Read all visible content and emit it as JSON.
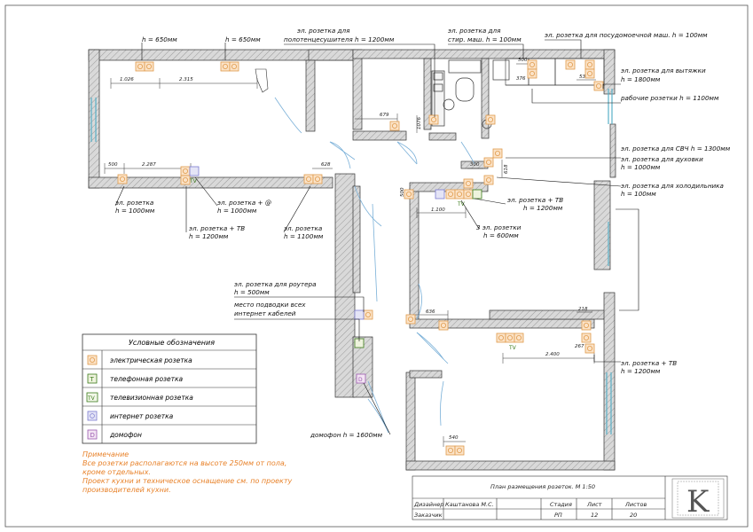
{
  "top_labels": {
    "h650_left": "h = 650мм",
    "h650_right": "h = 650мм",
    "towel_1": "эл. розетка для",
    "towel_2": "полотенцесушителя h = 1200мм",
    "washer_1": "эл. розетка для",
    "washer_2": "стир. маш. h = 100мм",
    "dishwasher": "эл. розетка для посудомоечной маш.  h = 100мм",
    "hood_1": "эл. розетка для вытяжки",
    "hood_2": "h = 1800мм",
    "work": "рабочие розетки h = 1100мм",
    "microwave": "эл. розетка для СВЧ  h = 1300мм",
    "oven_1": "эл. розетка для духовки",
    "oven_2": "h = 1000мм",
    "fridge_1": "эл. розетка для холодильника",
    "fridge_2": "h = 100мм"
  },
  "mid_labels": {
    "sock1000_1": "эл. розетка",
    "sock1000_2": "h = 1000мм",
    "net_1": "эл. розетка + @",
    "net_2": "h = 1000мм",
    "tv_left_1": "эл. розетка + ТВ",
    "tv_left_2": "h = 1200мм",
    "sock1100_1": "эл. розетка",
    "sock1100_2": "h = 1100мм",
    "tv_mid_1": "эл. розетка + ТВ",
    "tv_mid_2": "h = 1200мм",
    "three_1": "3 эл. розетки",
    "three_2": "h = 600мм",
    "router_1": "эл. розетка для роутера",
    "router_2": "h = 500мм",
    "cable_1": "место подводки всех",
    "cable_2": "интернет кабелей",
    "tv_right_1": "эл. розетка + ТВ",
    "tv_right_2": "h = 1200мм",
    "intercom": "домофон  h = 1600мм"
  },
  "dims": [
    "1.026",
    "2.315",
    "500",
    "2.287",
    "679",
    "1076",
    "628",
    "500",
    "300",
    "618",
    "1.100",
    "636",
    "218",
    "2.400",
    "267",
    "540",
    "500",
    "376",
    "536"
  ],
  "legend": {
    "title": "Условные обозначения",
    "items": [
      {
        "code": "",
        "label": "электрическая розетка"
      },
      {
        "code": "T",
        "label": "телефонная розетка"
      },
      {
        "code": "TV",
        "label": "телевизионная розетка"
      },
      {
        "code": "",
        "label": "интернет розетка"
      },
      {
        "code": "D",
        "label": "домофон"
      }
    ]
  },
  "note": {
    "l1": "Примечание",
    "l2": "Все розетки располагаются на высоте 250мм от пола,",
    "l3": "кроме отдельных.",
    "l4": "Проект кухни и техническое оснащение см. по проекту",
    "l5": "производителей кухни."
  },
  "title_block": {
    "title": "План размещения розеток. М 1:50",
    "designer_label": "Дизайнер",
    "designer_name": "Каштанова М.С.",
    "customer_label": "Заказчик",
    "stage_label": "Стадия",
    "stage_value": "РП",
    "sheet_label": "Лист",
    "sheet_value": "12",
    "sheets_label": "Листов",
    "sheets_value": "20",
    "logo_letter": "K"
  },
  "colors": {
    "wall_fill": "#d6d6d6",
    "socket_stroke": "#e09a4a",
    "socket_fill": "#fbe3c8",
    "tel_stroke": "#3a7a1a",
    "tv_color": "#3a7a1a",
    "net_stroke": "#7a7ad0",
    "door_stroke": "#7ab0d8",
    "window_stroke": "#5ab0c8",
    "note_color": "#e8822a"
  },
  "icons": [
    "socket-icon",
    "telephone-icon",
    "tv-icon",
    "internet-icon",
    "intercom-icon"
  ]
}
